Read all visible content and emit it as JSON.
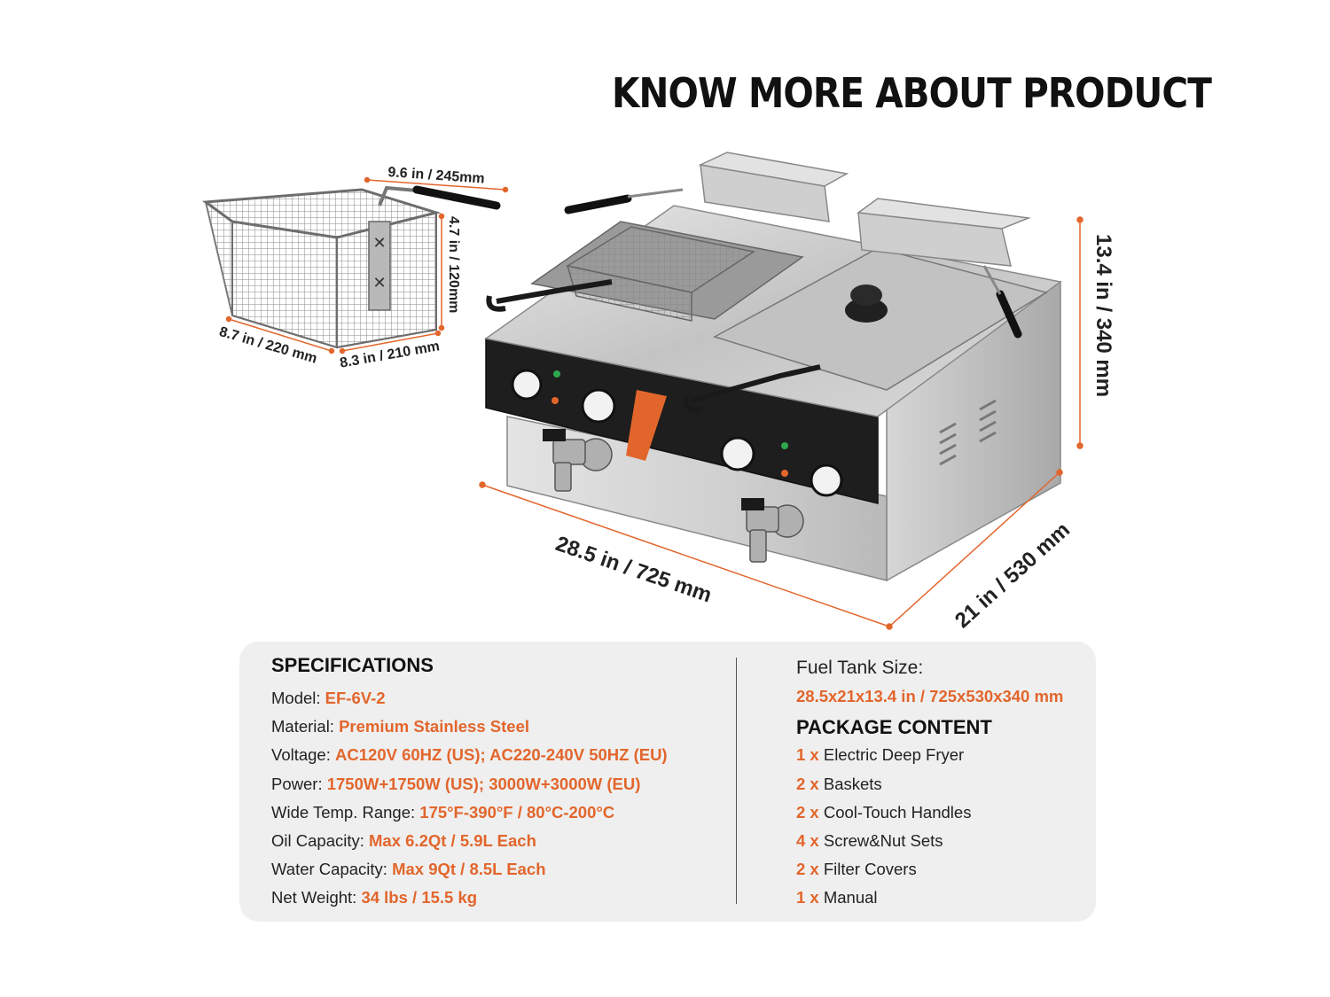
{
  "title": "KNOW MORE ABOUT PRODUCT",
  "basket_dims": {
    "length": "9.6 in / 245mm",
    "height": "4.7 in / 120mm",
    "depth": "8.7 in / 220 mm",
    "width": "8.3 in / 210 mm"
  },
  "fryer_dims": {
    "height": "13.4 in / 340 mm",
    "width": "28.5 in / 725 mm",
    "depth": "21 in / 530 mm"
  },
  "specifications": {
    "heading": "SPECIFICATIONS",
    "rows": [
      {
        "label": "Model:",
        "value": "EF-6V-2"
      },
      {
        "label": "Material:",
        "value": "Premium Stainless Steel"
      },
      {
        "label": "Voltage:",
        "value": "AC120V 60HZ (US); AC220-240V 50HZ (EU)"
      },
      {
        "label": "Power:",
        "value": "1750W+1750W (US); 3000W+3000W (EU)"
      },
      {
        "label": "Wide Temp. Range:",
        "value": "175°F-390°F / 80°C-200°C"
      },
      {
        "label": "Oil Capacity:",
        "value": "Max 6.2Qt / 5.9L Each"
      },
      {
        "label": "Water Capacity:",
        "value": "Max 9Qt / 8.5L Each"
      },
      {
        "label": "Net Weight:",
        "value": "34 lbs / 15.5 kg"
      }
    ]
  },
  "fuel_tank": {
    "label": "Fuel Tank Size:",
    "value": "28.5x21x13.4 in / 725x530x340 mm"
  },
  "package": {
    "heading": "PACKAGE CONTENT",
    "items": [
      {
        "qty": "1 x",
        "name": "Electric Deep Fryer"
      },
      {
        "qty": "2 x",
        "name": "Baskets"
      },
      {
        "qty": "2 x",
        "name": "Cool-Touch Handles"
      },
      {
        "qty": "4 x",
        "name": "Screw&Nut Sets"
      },
      {
        "qty": "2 x",
        "name": "Filter Covers"
      },
      {
        "qty": "1 x",
        "name": "Manual"
      }
    ]
  },
  "colors": {
    "accent": "#e2662c",
    "panel": "#efefef",
    "steel": "#c9c9c9",
    "control_panel": "#1e1e1e"
  }
}
